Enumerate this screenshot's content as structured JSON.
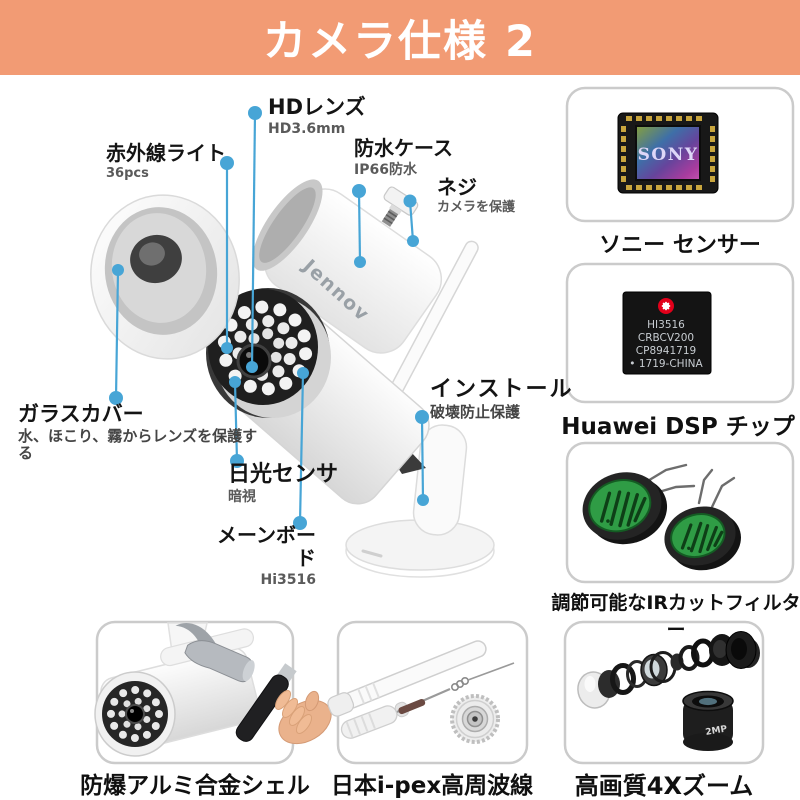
{
  "header": {
    "title": "カメラ仕様 2",
    "bg_color": "#F29B74",
    "text_color": "#FFFFFF"
  },
  "diagram": {
    "brand": "Jennov",
    "labels": [
      {
        "id": "hd-lens",
        "title": "HDレンズ",
        "sub": "HD3.6mm"
      },
      {
        "id": "infrared-light",
        "title": "赤外線ライト",
        "sub": "36pcs"
      },
      {
        "id": "waterproof-case",
        "title": "防水ケース",
        "sub": "IP66防水"
      },
      {
        "id": "screw",
        "title": "ネジ",
        "sub": "カメラを保護"
      },
      {
        "id": "glass-cover",
        "title": "ガラスカバー",
        "sub": "水、ほこり、霧からレンズを保護する"
      },
      {
        "id": "daylight-sensor",
        "title": "日光センサ",
        "sub": "暗視"
      },
      {
        "id": "mainboard",
        "title": "メーンボード",
        "sub": "Hi3516"
      },
      {
        "id": "install",
        "title": "インストール",
        "sub": "破壊防止保護"
      }
    ]
  },
  "side_panels": [
    {
      "id": "sony-sensor",
      "caption": "ソニー センサー",
      "chip_text": "SONY"
    },
    {
      "id": "huawei-dsp",
      "caption": "Huawei DSP チップ",
      "chip_lines": [
        "HI3516",
        "CRBCV200",
        "CP8941719",
        "• 1719-CHINA"
      ]
    },
    {
      "id": "ir-cut-filter",
      "caption": "調節可能なIRカットフィルター"
    }
  ],
  "bottom_panels": [
    {
      "id": "explosion-proof-shell",
      "caption": "防爆アルミ合金シェル"
    },
    {
      "id": "ipex-antenna",
      "caption": "日本i-pex高周波線"
    },
    {
      "id": "zoom-lens",
      "caption": "高画質4Xズーム",
      "lens_text": "2MP"
    }
  ],
  "colors": {
    "banner_orange": "#F29B74",
    "leader_blue": "#47A5D6",
    "panel_border": "#CBCBCB",
    "ir_filter_green": "#2F9C45",
    "chip_black": "#141414",
    "hisilicon_red": "#E2001A",
    "sensor_pad_gold": "#C9A63E"
  }
}
